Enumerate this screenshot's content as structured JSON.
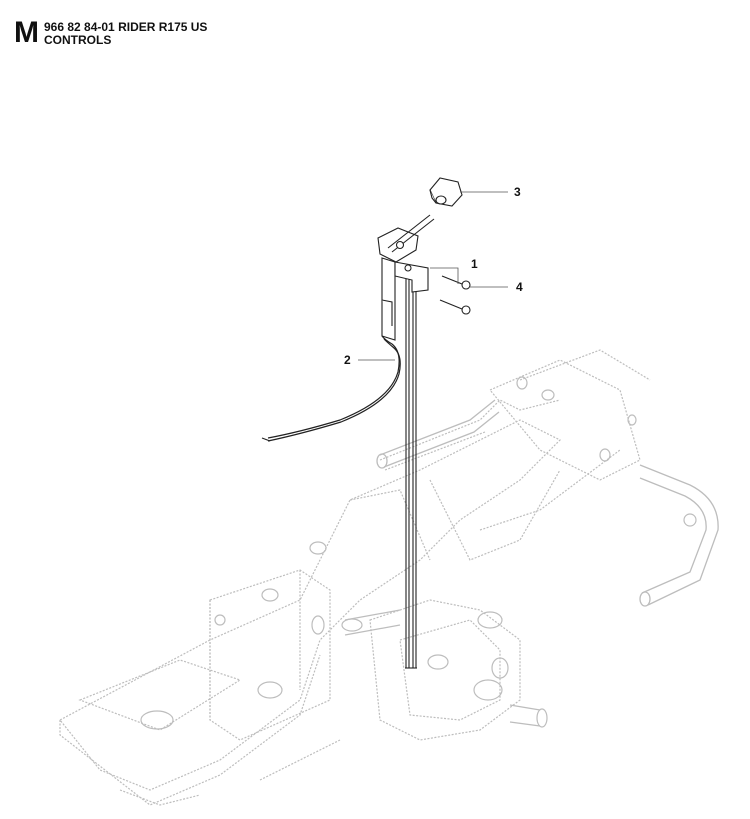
{
  "header": {
    "section_letter": "M",
    "title_line_1": "966 82 84-01 RIDER R175 US",
    "title_line_2": "CONTROLS"
  },
  "callouts": {
    "c1": "1",
    "c2": "2",
    "c3": "3",
    "c4": "4"
  }
}
